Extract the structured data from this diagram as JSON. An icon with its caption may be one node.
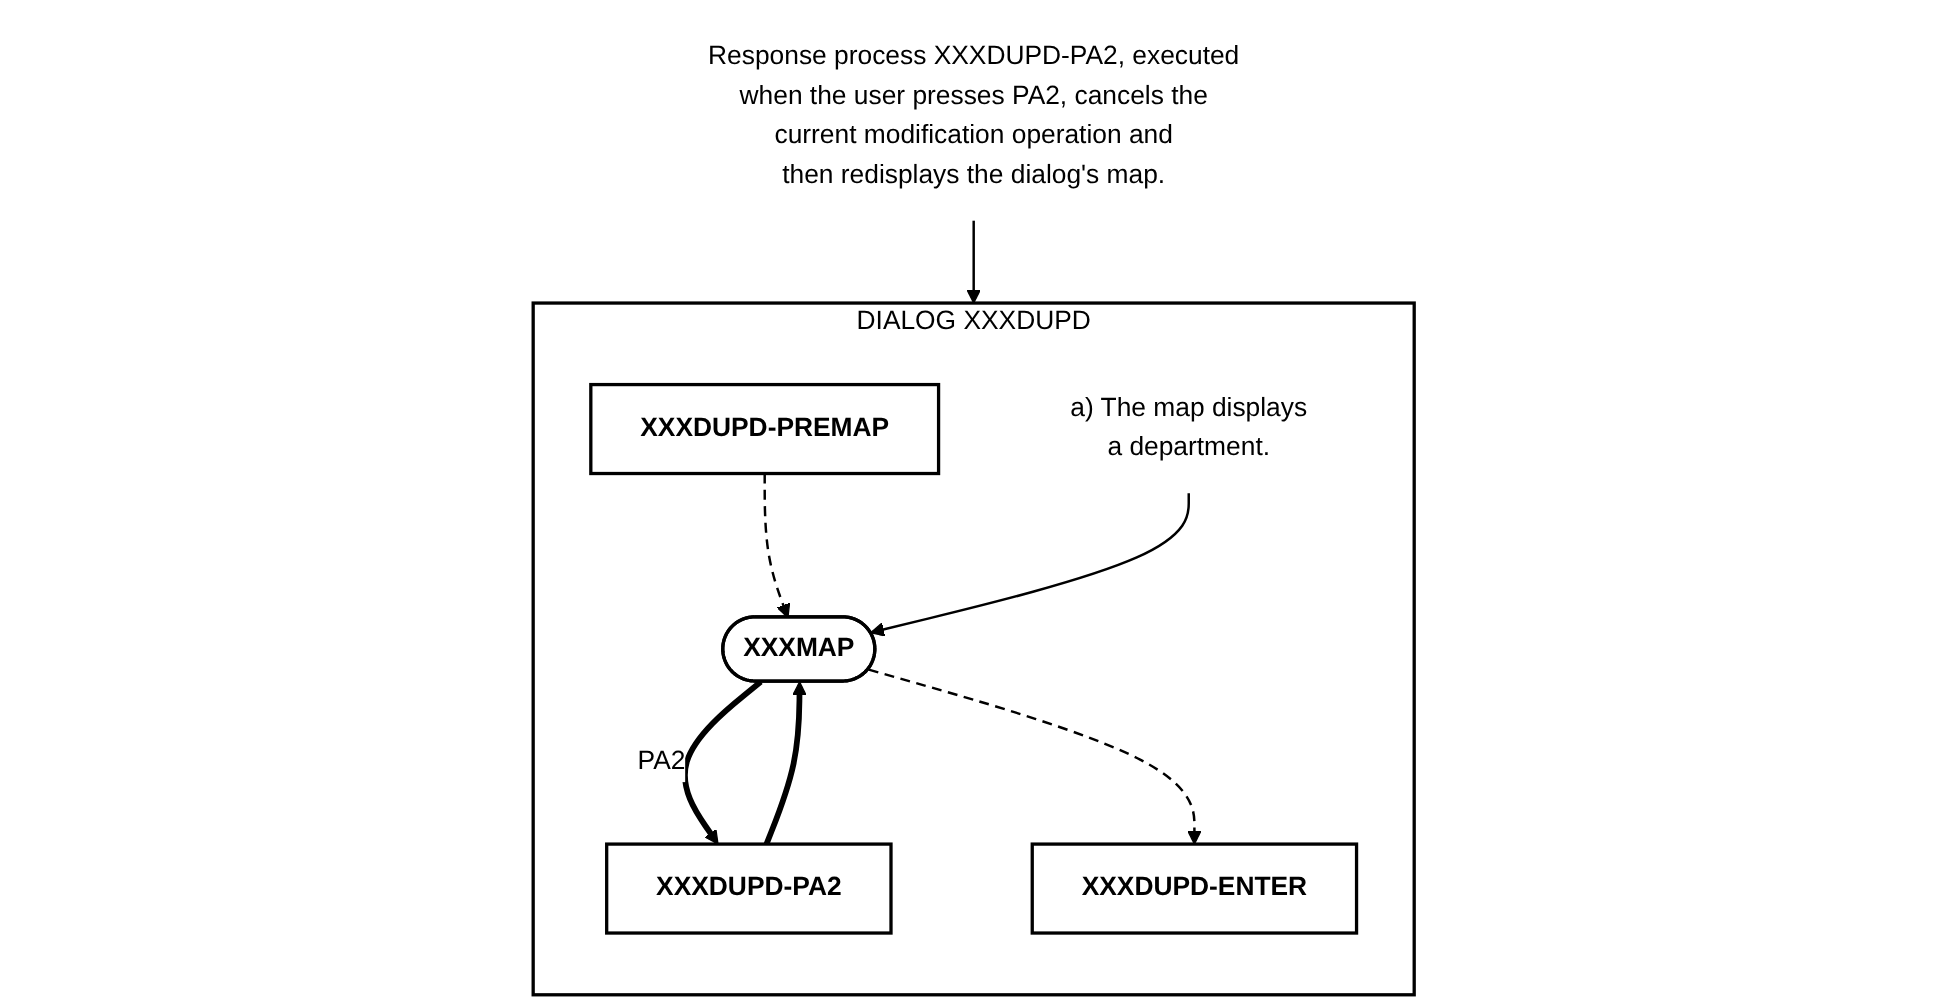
{
  "diagram": {
    "nodes": [
      {
        "text": [
          "DIALOG XXXDUPD"
        ]
      },
      {
        "text": [
          "XXXDUPD-PREMAP"
        ],
        "in": 0
      },
      {
        "text": [
          "XXXMAP"
        ],
        "in": 0
      },
      {
        "text": [
          "a) The map displays a department."
        ],
        "in": 0
      },
      {
        "text": [
          "XXXDUPD-ENTER"
        ],
        "in": 0
      },
      {
        "text": [
          "XXXDUPD-PA2"
        ],
        "in": 0
      },
      {
        "text": [
          "Response process XXXDUPD-PA2, executed when the user presses PA2, cancels the current modification operation and then redisplays the dialog's map."
        ]
      }
    ],
    "edges": [
      {
        "from": 1,
        "to": 2,
        "arrow": "to",
        "style": "dashed"
      },
      {
        "from": 5,
        "to": 2,
        "arrow": "to",
        "style": "thick"
      },
      {
        "from": 3,
        "to": 2,
        "arrow": "to"
      },
      {
        "from": 2,
        "to": 4,
        "arrow": "to",
        "style": "dashed"
      },
      {
        "from": 2,
        "to": 5,
        "arrow": "to",
        "style": "thick",
        "label": "PA2"
      },
      {
        "from": 6,
        "to": 0,
        "arrow": "to"
      }
    ]
  }
}
